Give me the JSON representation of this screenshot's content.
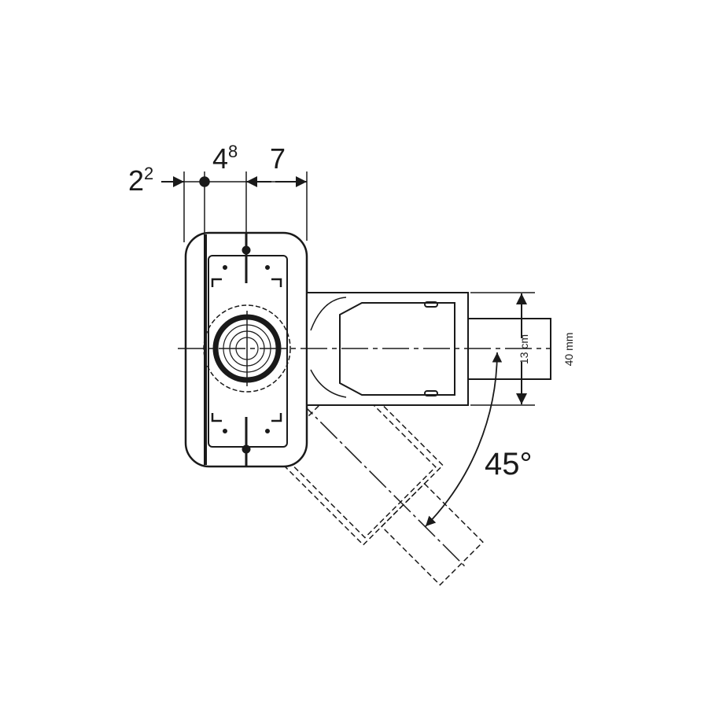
{
  "dimensions": {
    "left_offset": {
      "base": "2",
      "sup": "2"
    },
    "center_offset": {
      "base": "4",
      "sup": "8"
    },
    "right_depth": {
      "base": "7"
    },
    "height_label": "13 cm",
    "pipe_label": "40 mm",
    "angle_label": "45°"
  },
  "colors": {
    "line": "#1a1a1a",
    "background": "#ffffff"
  }
}
